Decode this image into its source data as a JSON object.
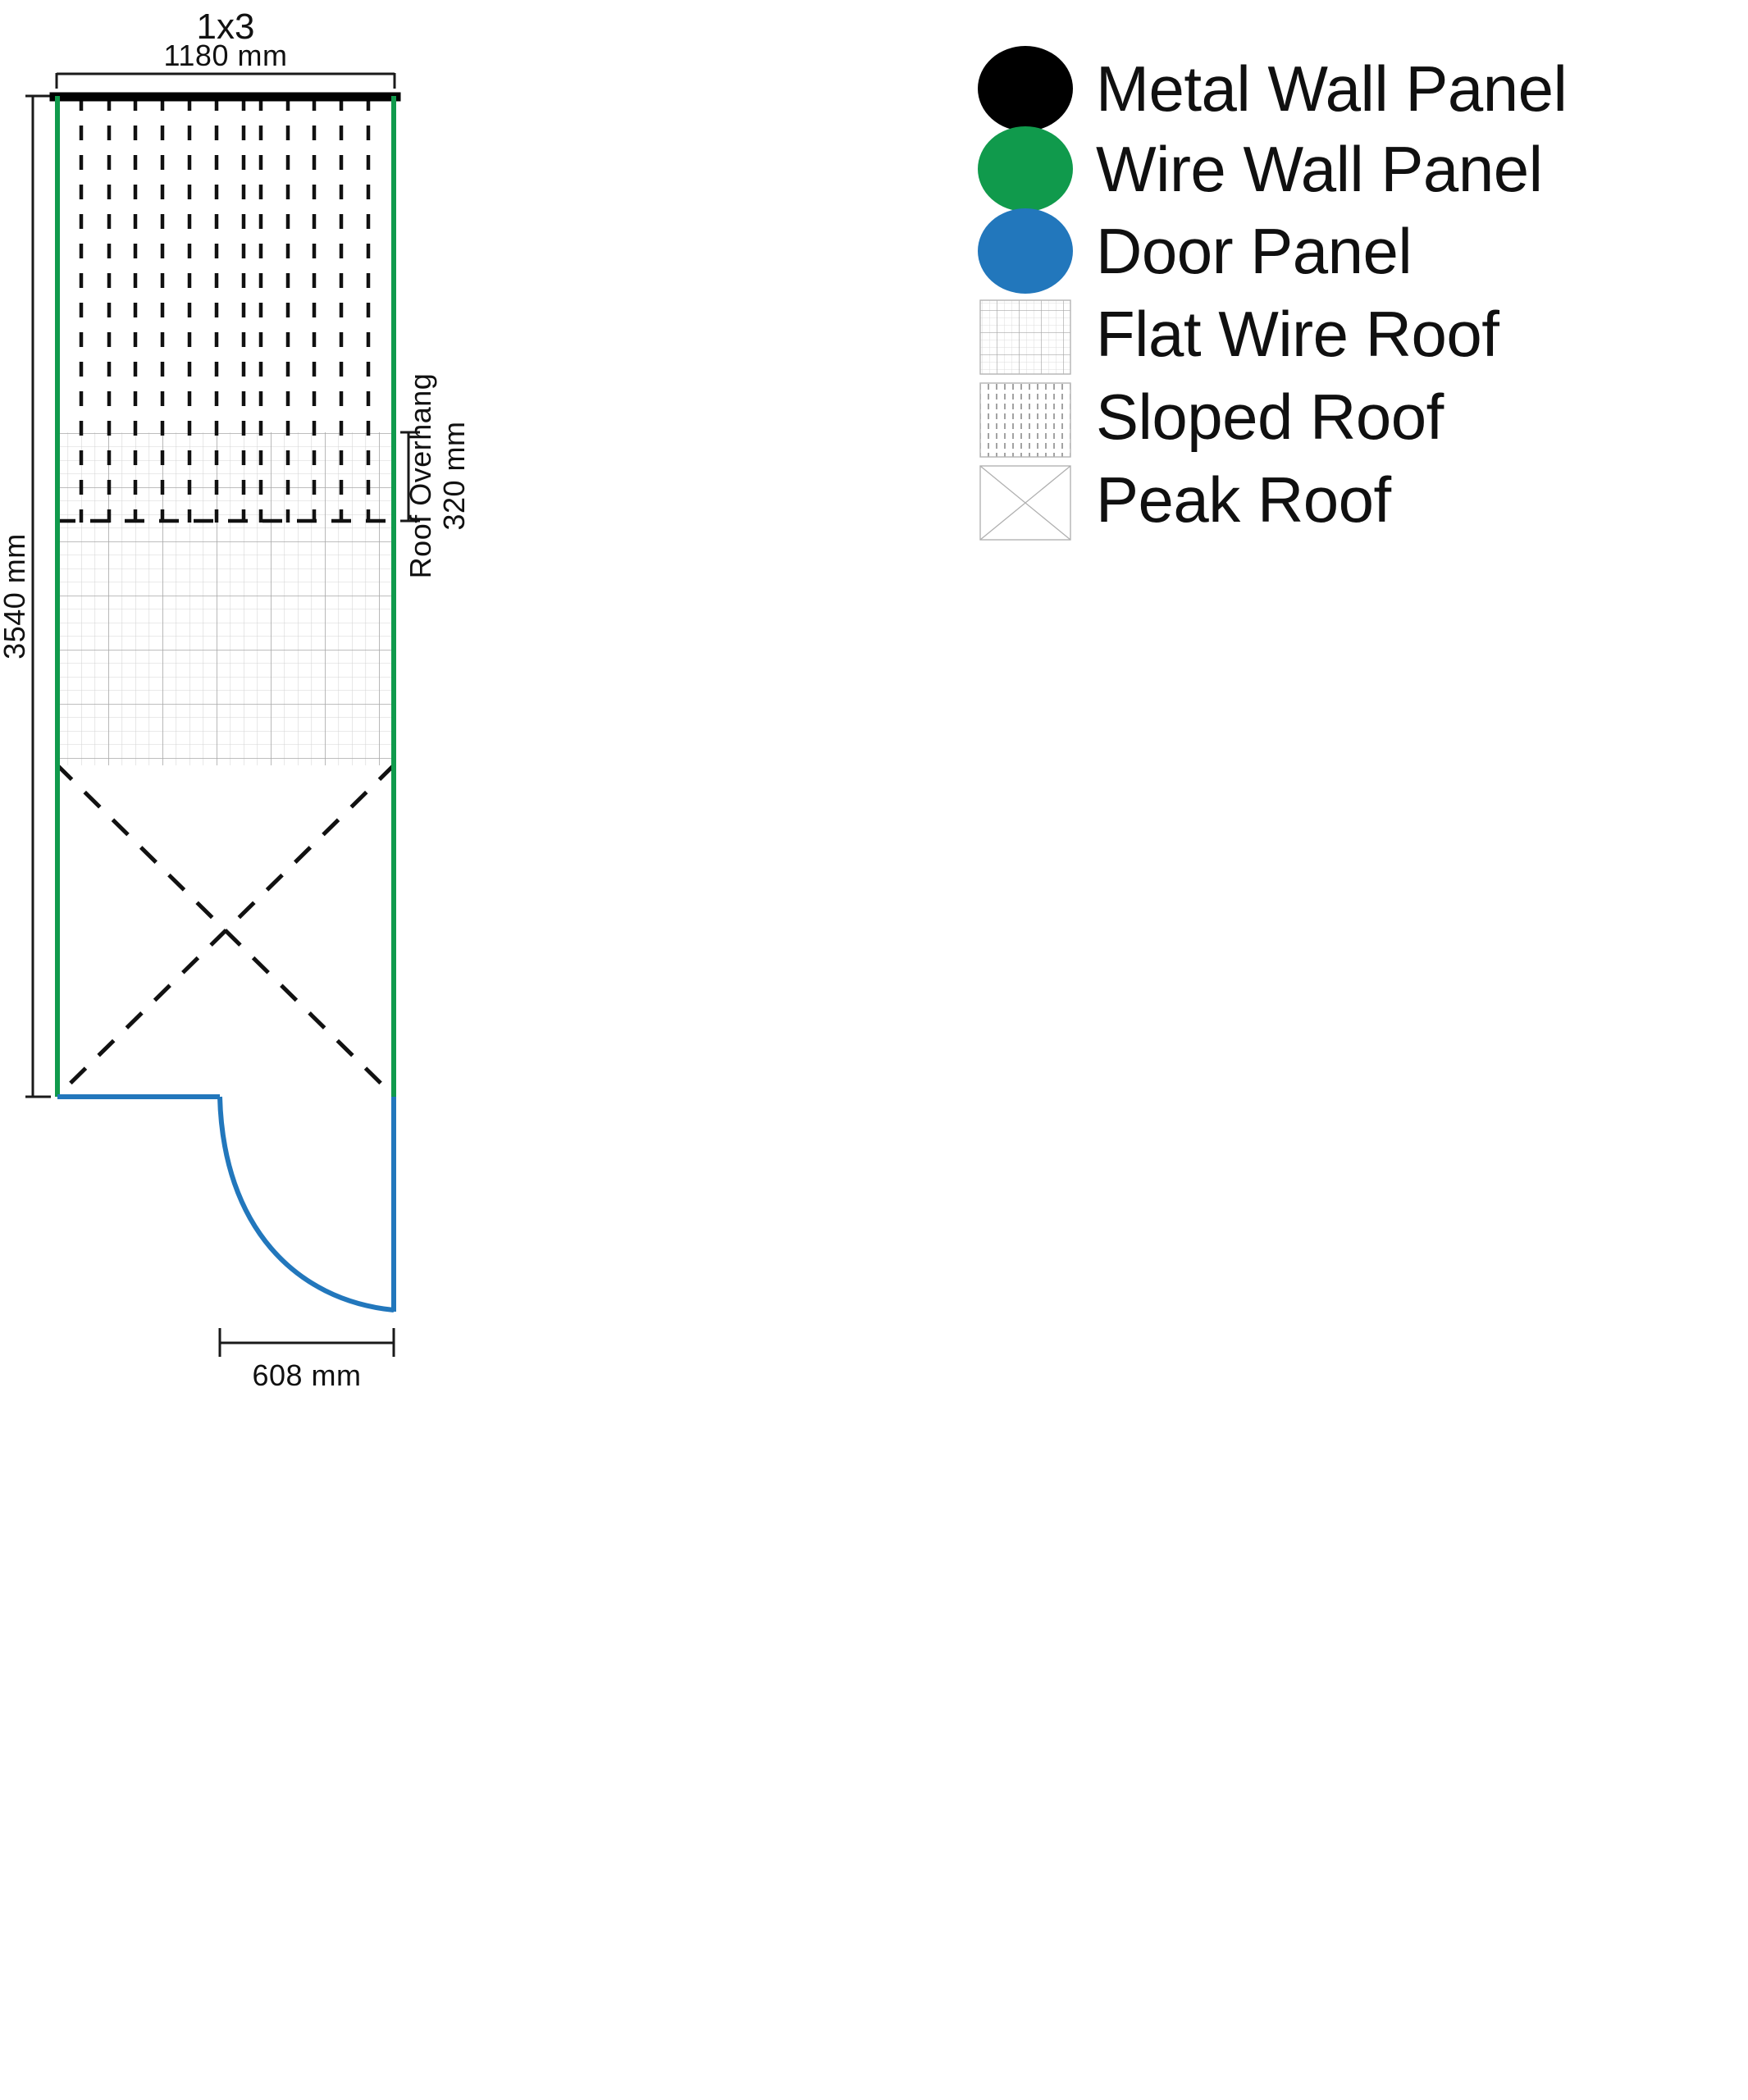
{
  "drawing": {
    "title": "1x3",
    "dimensions": {
      "width_label": "1180 mm",
      "height_label": "3540 mm",
      "overhang_value_label": "320 mm",
      "overhang_name_label": "Roof Overhang",
      "door_swing_label": "608 mm"
    }
  },
  "legend": {
    "items": [
      {
        "label": "Metal Wall Panel",
        "swatch": "circle",
        "color": "#000000"
      },
      {
        "label": "Wire Wall Panel",
        "swatch": "circle",
        "color": "#109A4C"
      },
      {
        "label": "Door Panel",
        "swatch": "circle",
        "color": "#2277BC"
      },
      {
        "label": "Flat Wire Roof",
        "swatch": "grid-square",
        "color": "#9a9a9a"
      },
      {
        "label": "Sloped Roof",
        "swatch": "vertical-dash-square",
        "color": "#9a9a9a"
      },
      {
        "label": "Peak Roof",
        "swatch": "cross-square",
        "color": "#9a9a9a"
      }
    ]
  },
  "colors": {
    "metal_wall": "#000000",
    "wire_wall": "#109A4C",
    "door_panel": "#2277BC",
    "roof_line": "#9a9a9a",
    "dimension": "#1a1a1a"
  }
}
